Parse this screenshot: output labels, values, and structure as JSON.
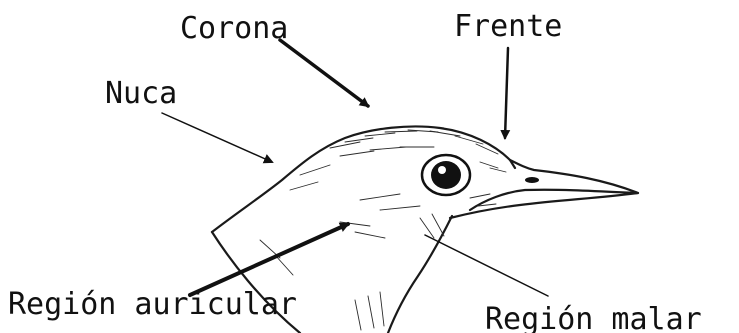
{
  "labels": {
    "corona": "Corona",
    "frente": "Frente",
    "nuca": "Nuca",
    "region_auricular": "Región auricular",
    "region_malar": "Región malar"
  },
  "colors": {
    "ink": "#111111",
    "background": "#ffffff"
  }
}
